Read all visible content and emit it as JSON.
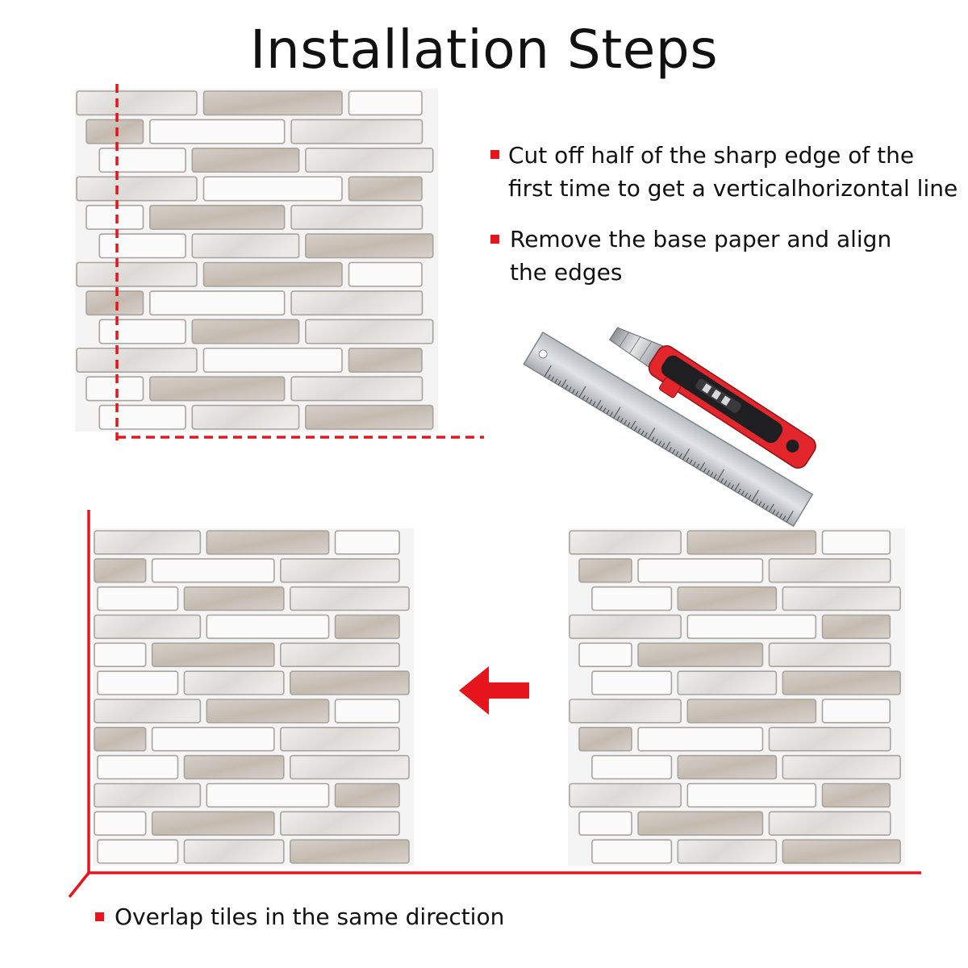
{
  "title": "Installation Steps",
  "accent_color": "#e5151b",
  "steps": [
    {
      "lines": [
        "Cut off half of the sharp edge of the",
        "first time to get a verticalhorizontal line"
      ]
    },
    {
      "lines": [
        "Remove the base paper and align",
        "the edges"
      ]
    },
    {
      "lines": [
        "Overlap tiles in the same direction"
      ]
    }
  ],
  "icons": [
    "steel-ruler-icon",
    "utility-knife-icon",
    "left-arrow-icon"
  ]
}
